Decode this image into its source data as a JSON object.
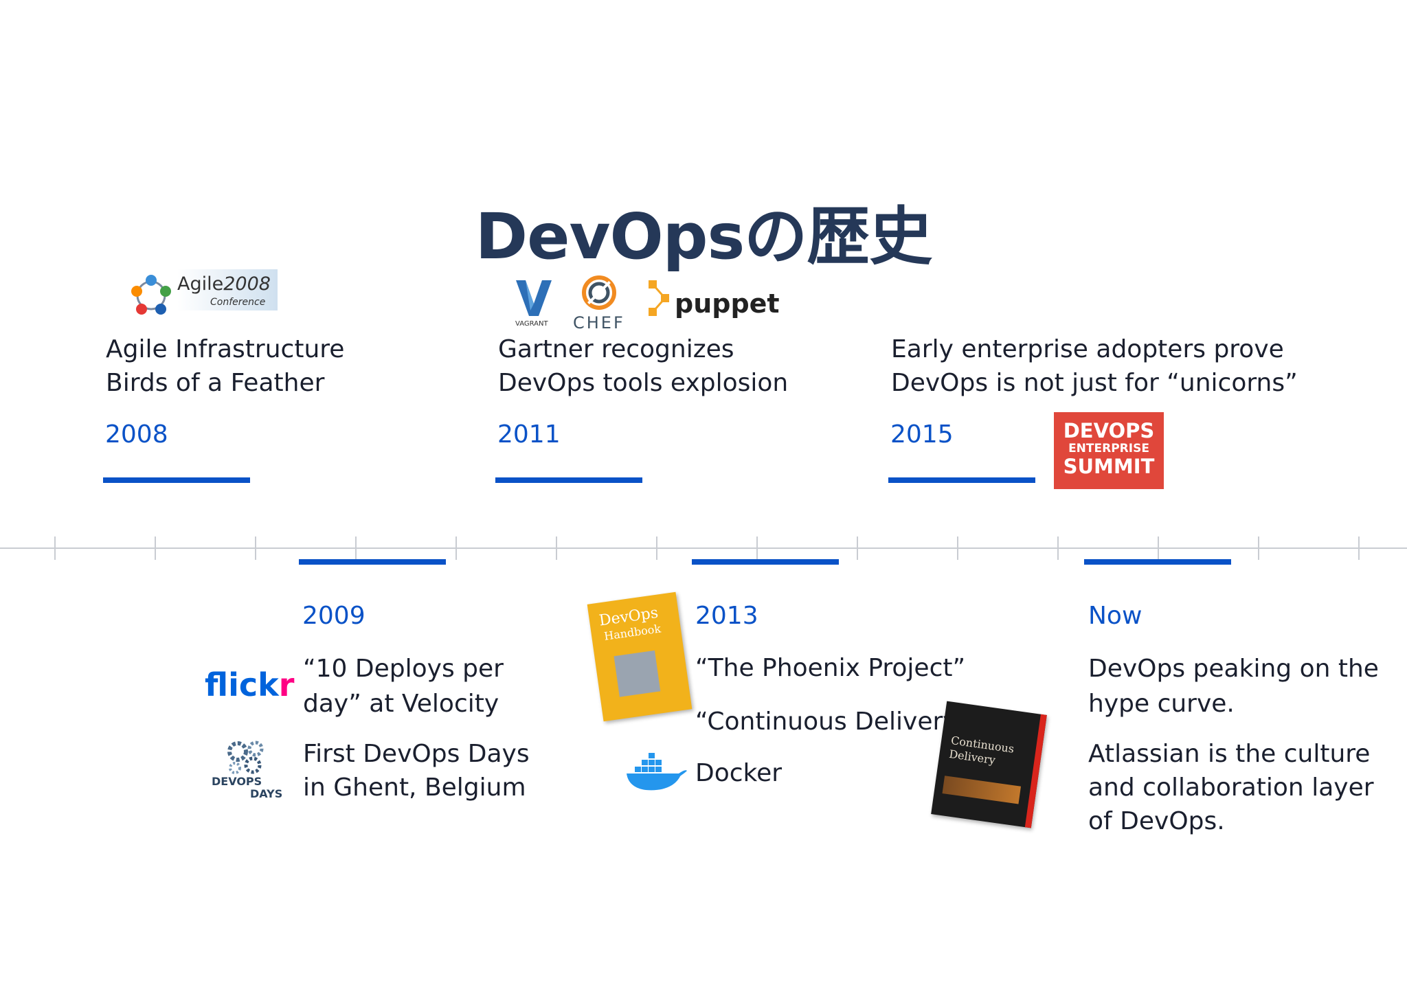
{
  "title": "DevOpsの歴史",
  "colors": {
    "accent": "#0a52c7",
    "title": "#253858",
    "text": "#1a1f2e",
    "axis": "#c9ccd2"
  },
  "top_events": [
    {
      "year": "2008",
      "lines": [
        "Agile Infrastructure",
        "Birds of a Feather"
      ]
    },
    {
      "year": "2011",
      "lines": [
        "Gartner recognizes",
        "DevOps tools explosion"
      ]
    },
    {
      "year": "2015",
      "lines": [
        "Early enterprise adopters prove",
        "DevOps is not just for “unicorns”"
      ]
    }
  ],
  "bottom_events": [
    {
      "year": "2009",
      "items": [
        {
          "lines": [
            "“10 Deploys per",
            "day” at Velocity"
          ]
        },
        {
          "lines": [
            "First DevOps Days",
            "in Ghent, Belgium"
          ]
        }
      ]
    },
    {
      "year": "2013",
      "items": [
        {
          "lines": [
            "“The Phoenix Project”"
          ]
        },
        {
          "lines": [
            "“Continuous Delivery”"
          ]
        },
        {
          "lines": [
            "Docker"
          ]
        }
      ]
    },
    {
      "year": "Now",
      "items": [
        {
          "lines": [
            "DevOps peaking on the",
            "hype curve."
          ]
        },
        {
          "lines": [
            "Atlassian is the culture",
            "and collaboration layer",
            "of DevOps."
          ]
        }
      ]
    }
  ],
  "logos": {
    "agile": {
      "main": "Agile",
      "year": "2008",
      "sub": "Conference"
    },
    "vagrant": "VAGRANT",
    "chef": "CHEF",
    "puppet": "puppet",
    "flickr_a": "flick",
    "flickr_b": "r",
    "devopsdays_a": "DEVOPS",
    "devopsdays_b": "DAYS",
    "des": [
      "DEVOPS",
      "ENTERPRISE",
      "SUMMIT"
    ],
    "handbook": [
      "DevOps",
      "Handbook"
    ],
    "cd_book": [
      "Continuous",
      "Delivery"
    ]
  }
}
